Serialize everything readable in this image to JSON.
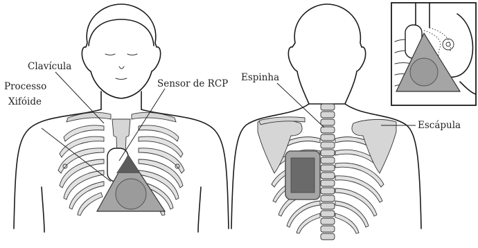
{
  "labels": {
    "clavicle": "Clavícula",
    "xiphoid_line1": "Processo",
    "xiphoid_line2": "Xifóide",
    "cpr_sensor": "Sensor de RCP",
    "spine": "Espinha",
    "scapula": "Escápula"
  },
  "colors": {
    "outline": "#1a1a1a",
    "bone": "#d6d6d6",
    "rib": "#e2e2e2",
    "pad_gray": "#a5a5a5",
    "pad_border": "#555555",
    "pad_dark": "#6a6a6a",
    "sensor_dark": "#5c5c5c",
    "circle": "#9b9b9b"
  }
}
